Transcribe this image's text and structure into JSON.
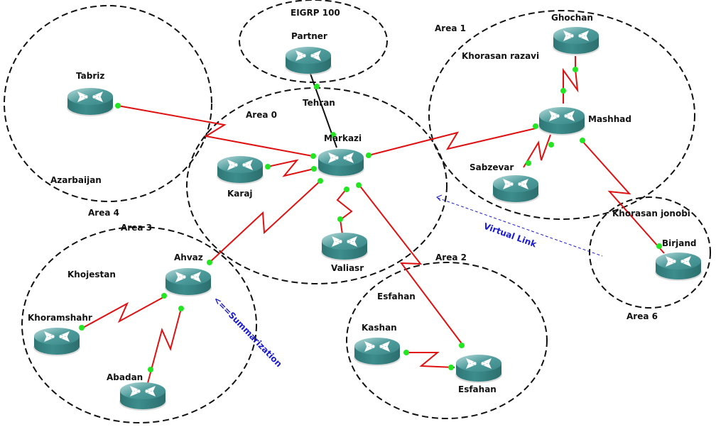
{
  "diagram": {
    "type": "network-topology",
    "areas": [
      {
        "id": "area0",
        "label": "Area 0"
      },
      {
        "id": "area1",
        "label": "Area 1",
        "region": "Khorasan razavi"
      },
      {
        "id": "area2",
        "label": "Area 2",
        "region": "Esfahan"
      },
      {
        "id": "area3",
        "label": "Area 3",
        "region": "Khojestan"
      },
      {
        "id": "area4",
        "label": "Area 4",
        "region": "Azarbaijan"
      },
      {
        "id": "area6",
        "label": "Area 6",
        "region": "Khorasan jonobi"
      },
      {
        "id": "eigrp",
        "label": "EIGRP 100"
      }
    ],
    "routers": [
      {
        "id": "partner",
        "label": "Partner"
      },
      {
        "id": "markazi",
        "label": "Markazi"
      },
      {
        "id": "karaj",
        "label": "Karaj"
      },
      {
        "id": "valiasr",
        "label": "Valiasr"
      },
      {
        "id": "tabriz",
        "label": "Tabriz"
      },
      {
        "id": "ghochan",
        "label": "Ghochan"
      },
      {
        "id": "mashhad",
        "label": "Mashhad"
      },
      {
        "id": "sabzevar",
        "label": "Sabzevar"
      },
      {
        "id": "birjand",
        "label": "Birjand"
      },
      {
        "id": "ahvaz",
        "label": "Ahvaz"
      },
      {
        "id": "khoramshahr",
        "label": "Khoramshahr"
      },
      {
        "id": "abadan",
        "label": "Abadan"
      },
      {
        "id": "kashan",
        "label": "Kashan"
      },
      {
        "id": "esfahan",
        "label": "Esfahan"
      }
    ],
    "links": [
      {
        "from": "partner",
        "to": "markazi",
        "type": "ethernet"
      },
      {
        "from": "tabriz",
        "to": "markazi",
        "type": "serial"
      },
      {
        "from": "karaj",
        "to": "markazi",
        "type": "serial"
      },
      {
        "from": "valiasr",
        "to": "markazi",
        "type": "serial"
      },
      {
        "from": "ahvaz",
        "to": "markazi",
        "type": "serial"
      },
      {
        "from": "esfahan",
        "to": "markazi",
        "type": "serial"
      },
      {
        "from": "mashhad",
        "to": "markazi",
        "type": "serial"
      },
      {
        "from": "ghochan",
        "to": "mashhad",
        "type": "serial"
      },
      {
        "from": "sabzevar",
        "to": "mashhad",
        "type": "serial"
      },
      {
        "from": "birjand",
        "to": "mashhad",
        "type": "serial"
      },
      {
        "from": "khoramshahr",
        "to": "ahvaz",
        "type": "serial"
      },
      {
        "from": "abadan",
        "to": "ahvaz",
        "type": "serial"
      },
      {
        "from": "kashan",
        "to": "esfahan",
        "type": "serial"
      }
    ],
    "labels": {
      "tehran": "Tehran",
      "virtual_link": "Virtual Link",
      "summarization": "<==Summarization"
    },
    "colors": {
      "serial_link": "#e01010",
      "port_up": "#22e622",
      "router_body": "#3a8c8c",
      "annotation": "#1a1ad0"
    }
  }
}
